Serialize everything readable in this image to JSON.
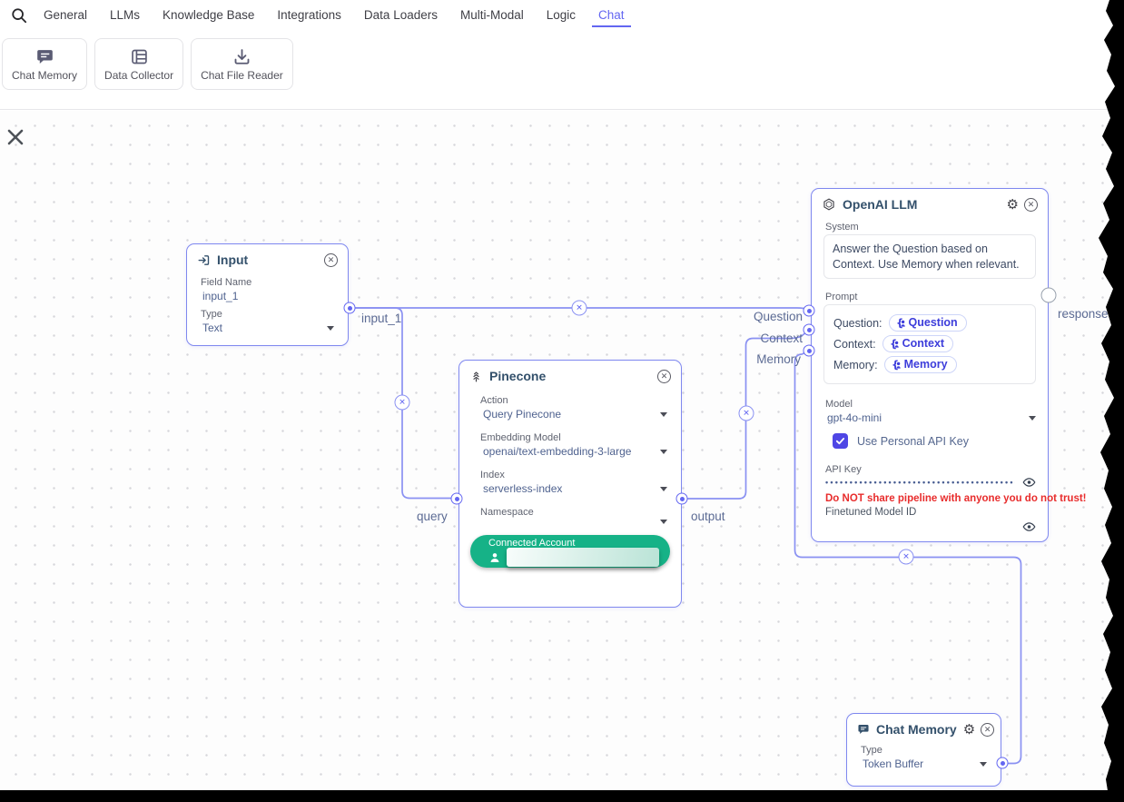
{
  "nav": {
    "tabs": [
      {
        "label": "General"
      },
      {
        "label": "LLMs"
      },
      {
        "label": "Knowledge Base"
      },
      {
        "label": "Integrations"
      },
      {
        "label": "Data Loaders"
      },
      {
        "label": "Multi-Modal"
      },
      {
        "label": "Logic"
      },
      {
        "label": "Chat"
      }
    ],
    "active_tab": "Chat"
  },
  "toolbar": {
    "cards": [
      {
        "label": "Chat Memory",
        "icon": "chat-bubble-icon"
      },
      {
        "label": "Data Collector",
        "icon": "data-table-icon"
      },
      {
        "label": "Chat File Reader",
        "icon": "download-icon"
      }
    ]
  },
  "canvas": {
    "nodes": {
      "input": {
        "title": "Input",
        "field_name_label": "Field Name",
        "field_name_value": "input_1",
        "type_label": "Type",
        "type_value": "Text"
      },
      "pinecone": {
        "title": "Pinecone",
        "action_label": "Action",
        "action_value": "Query Pinecone",
        "embedding_label": "Embedding Model",
        "embedding_value": "openai/text-embedding-3-large",
        "index_label": "Index",
        "index_value": "serverless-index",
        "namespace_label": "Namespace",
        "namespace_value": "",
        "connected_account_label": "Connected Account"
      },
      "openai_llm": {
        "title": "OpenAI LLM",
        "system_label": "System",
        "system_value": "Answer the Question based on Context. Use Memory when relevant.",
        "prompt_label": "Prompt",
        "prompt_rows": [
          {
            "key": "Question:",
            "pill": "Question"
          },
          {
            "key": "Context:",
            "pill": "Context"
          },
          {
            "key": "Memory:",
            "pill": "Memory"
          }
        ],
        "model_label": "Model",
        "model_value": "gpt-4o-mini",
        "use_personal_api_key_label": "Use Personal API Key",
        "api_key_label": "API Key",
        "api_key_masked": "••••••••••••••••••••••••••••••••••••••••",
        "warning": "Do NOT share pipeline with anyone you do not trust!",
        "finetuned_model_label": "Finetuned Model ID"
      },
      "chat_memory": {
        "title": "Chat Memory",
        "type_label": "Type",
        "type_value": "Token Buffer"
      }
    },
    "edge_labels": {
      "input_1": "input_1",
      "query": "query",
      "output": "output",
      "question": "Question",
      "context": "Context",
      "memory": "Memory",
      "response": "response"
    }
  },
  "icons": {
    "search": "search-icon",
    "gear": "gear-icon",
    "close_circle": "close-circle-icon",
    "canvas_close": "close-x-icon",
    "eye": "eye-icon",
    "chevron_down": "chevron-down-icon",
    "person": "person-icon",
    "variable": "variable-brace-icon",
    "openai_logo": "openai-logo-icon",
    "pinecone_logo": "pinecone-icon",
    "input_arrow": "input-arrow-icon",
    "chat_bubble": "chat-bubble-icon"
  },
  "colors": {
    "accent_indigo": "#6366f1",
    "edge": "#8a91f2",
    "node_border": "#7f88ef",
    "node_title": "#33506b",
    "value_text": "#4f628f",
    "label_text": "#5f6370",
    "warning_red": "#e82c2c",
    "connected_green": "#16b287",
    "pill_text": "#3d3ddb"
  }
}
